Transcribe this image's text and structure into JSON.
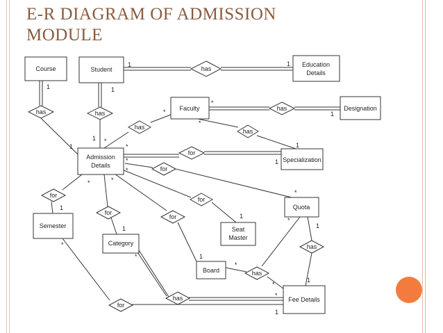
{
  "title": {
    "line1": "E-R DIAGRAM OF ADMISSION",
    "line2": "MODULE"
  },
  "entities": {
    "course": "Course",
    "student": "Student",
    "education_details_1": "Education",
    "education_details_2": "Details",
    "faculty": "Faculty",
    "designation": "Designation",
    "admission_details_1": "Admission",
    "admission_details_2": "Details",
    "specialization": "Specialization",
    "quota": "Quota",
    "semester": "Semester",
    "category": "Category",
    "seat_master_1": "Seat",
    "seat_master_2": "Master",
    "board": "Board",
    "fee_details": "Fee Details"
  },
  "relationships": {
    "course_has": "has",
    "student_has": "has",
    "student_edu_has": "has",
    "faculty_admission_has": "has",
    "faculty_designation_has": "has",
    "faculty_spec_has": "has",
    "admission_spec_for": "for",
    "admission_quota_for": "for",
    "admission_seat_for": "for",
    "admission_board_for": "for",
    "admission_category_for": "for",
    "admission_semester_for": "for",
    "quota_fee_has": "has",
    "board_fee_has": "has",
    "category_fee_has": "has",
    "semester_fee_for": "for"
  },
  "cardinalities": {
    "c_one": "1",
    "c_many": "*"
  }
}
